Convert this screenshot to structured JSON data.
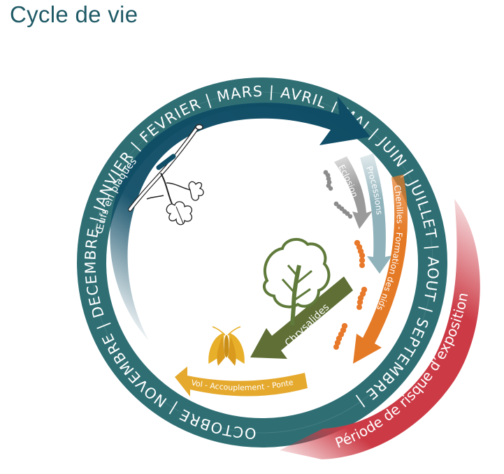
{
  "title": "Cycle de vie",
  "months_text": "OCTOBRE | NOVEMBRE | DECEMBRE | JANVIER | FEVRIER | MARS | AVRIL | MAI | JUIN | JUILLET | AOUT | SEPTEMBRE |",
  "stages": {
    "eggs": "Œufs en plaques",
    "hatching": "Eclosion",
    "processions": "Processions",
    "caterpillars": "Chenilles - Formation des nids",
    "chrysalis": "Chrysalides",
    "flight": "Vol - Accouplement - Ponte"
  },
  "risk_period": "Période de risque d’exposition",
  "colors": {
    "ring": "#2f6f74",
    "title": "#1f5a66",
    "eggs_arrow": "#0f4d66",
    "hatching_arrow": "#9a9a9a",
    "processions_arrow": "#8fb2bb",
    "caterpillars_arrow": "#e57a26",
    "chrysalis_arrow": "#5f6f35",
    "flight_arrow": "#e5a92e",
    "risk_arrow": "#cc3a45",
    "caterpillar_icon": "#e8792a",
    "tree": "#5f7a3a",
    "moth": "#e8b02a"
  }
}
